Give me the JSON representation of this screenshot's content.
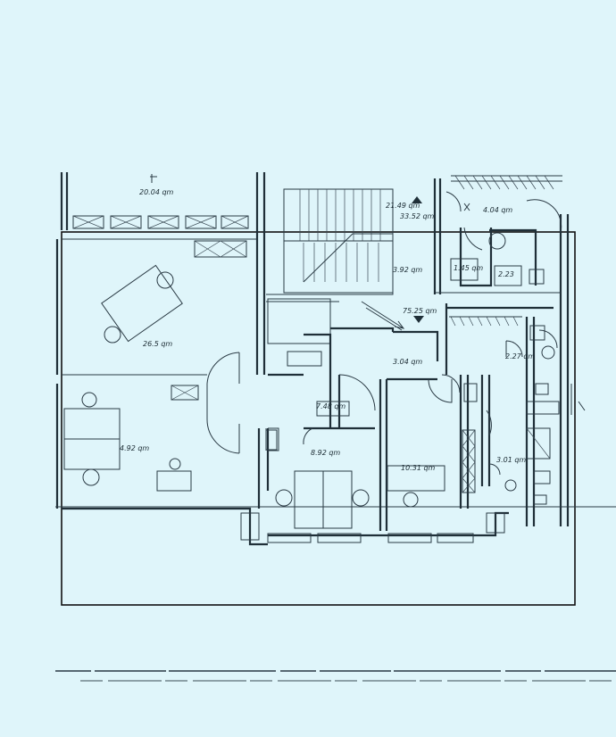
{
  "rooms": [
    {
      "id": "r01",
      "area": "20.04 qm"
    },
    {
      "id": "r02",
      "area": "21.49 qm"
    },
    {
      "id": "r03",
      "area": "33.52 qm"
    },
    {
      "id": "r04",
      "area": "4.04 qm"
    },
    {
      "id": "r05",
      "area": "26.5 qm"
    },
    {
      "id": "r06",
      "area": "3.92 qm"
    },
    {
      "id": "r07",
      "area": "1.45 qm"
    },
    {
      "id": "r08",
      "area": "2.23"
    },
    {
      "id": "r09",
      "area": "75.25 qm"
    },
    {
      "id": "r10",
      "area": "3.04 qm"
    },
    {
      "id": "r11",
      "area": "2.27 qm"
    },
    {
      "id": "r12",
      "area": "7.48 qm"
    },
    {
      "id": "r13",
      "area": "4.92 qm"
    },
    {
      "id": "r14",
      "area": "8.92 qm"
    },
    {
      "id": "r15",
      "area": "10.31 qm"
    },
    {
      "id": "r16",
      "area": "3.01 qm"
    }
  ],
  "colors": {
    "background": "#dff5fa",
    "ink": "#1f2f38"
  }
}
